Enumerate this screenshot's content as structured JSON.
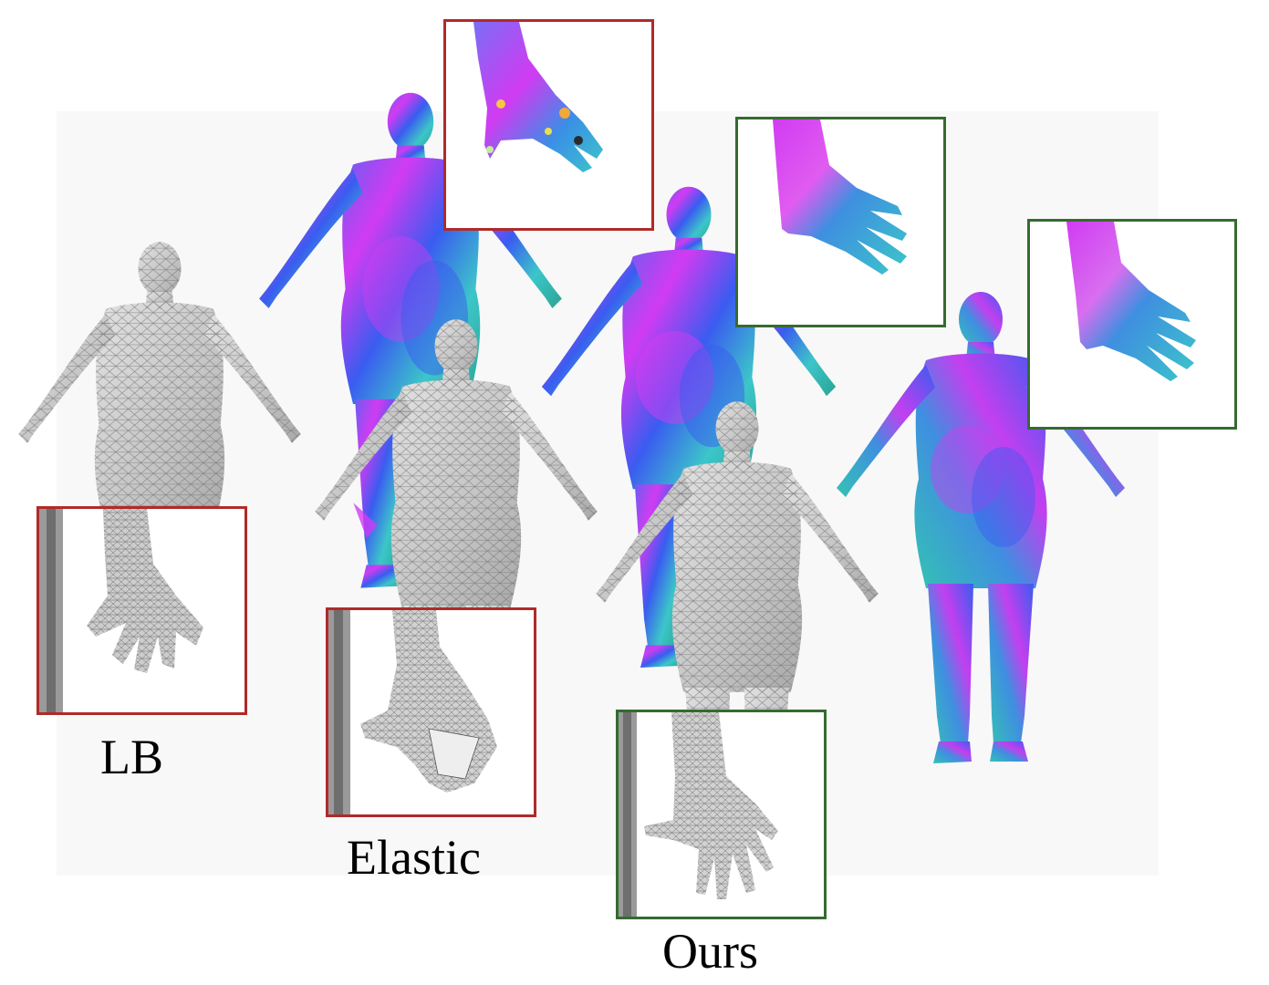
{
  "colors": {
    "bad_frame": "#b02a2a",
    "good_frame": "#356b30",
    "mesh_gray": "#cfcfcf",
    "mesh_line": "#6f6f6f",
    "normal_blue": "#3a5cf0",
    "normal_magenta": "#d13bf2",
    "normal_cyan": "#3cc6c9",
    "normal_teal": "#2aa393"
  },
  "figures": [
    {
      "id": "lb-mesh",
      "style": "mesh",
      "icon": "gray-wireframe-body"
    },
    {
      "id": "elastic-normals",
      "style": "normal-map",
      "icon": "normal-shaded-body"
    },
    {
      "id": "elastic-mesh",
      "style": "mesh",
      "icon": "gray-wireframe-body"
    },
    {
      "id": "ours-normals",
      "style": "normal-map",
      "icon": "normal-shaded-body"
    },
    {
      "id": "ours-mesh",
      "style": "mesh",
      "icon": "gray-wireframe-body"
    },
    {
      "id": "target-normals",
      "style": "normal-map",
      "icon": "normal-shaded-body"
    }
  ],
  "insets": [
    {
      "id": "lb-hand-mesh",
      "frame": "bad",
      "icon": "distorted-hand-mesh"
    },
    {
      "id": "elastic-hand-mesh",
      "frame": "bad",
      "icon": "collapsed-hand-mesh"
    },
    {
      "id": "ours-hand-mesh",
      "frame": "good",
      "icon": "clean-hand-mesh"
    },
    {
      "id": "elastic-hand-normals",
      "frame": "bad",
      "icon": "noisy-hand-normals"
    },
    {
      "id": "ours-hand-normals",
      "frame": "good",
      "icon": "clean-hand-normals"
    },
    {
      "id": "target-hand-normals",
      "frame": "good",
      "icon": "clean-hand-normals"
    }
  ],
  "captions": {
    "lb": "LB",
    "elastic": "Elastic",
    "ours": "Ours"
  }
}
